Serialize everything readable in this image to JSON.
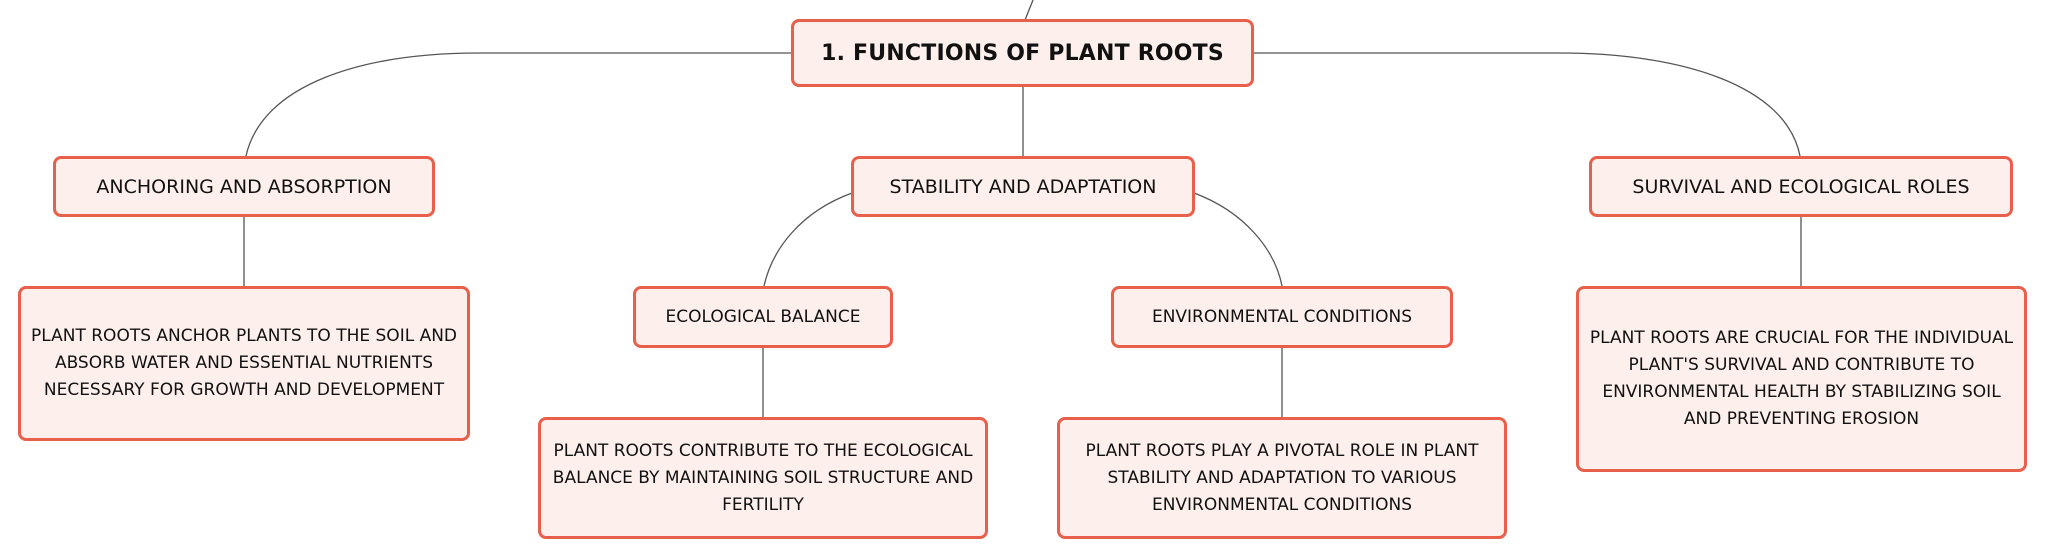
{
  "colors": {
    "node_fill": "#fdf0ec",
    "node_border": "#e8604c",
    "connector": "#555555",
    "text": "#111111"
  },
  "root": {
    "label": "1. FUNCTIONS OF PLANT ROOTS"
  },
  "branches": {
    "anchoring": {
      "label": "ANCHORING AND ABSORPTION",
      "detail": "PLANT ROOTS ANCHOR PLANTS TO THE SOIL AND ABSORB WATER AND ESSENTIAL NUTRIENTS NECESSARY FOR GROWTH AND DEVELOPMENT"
    },
    "stability": {
      "label": "STABILITY AND ADAPTATION",
      "children": {
        "ecological": {
          "label": "ECOLOGICAL BALANCE",
          "detail": "PLANT ROOTS CONTRIBUTE TO THE ECOLOGICAL BALANCE BY MAINTAINING SOIL STRUCTURE AND FERTILITY"
        },
        "environmental": {
          "label": "ENVIRONMENTAL CONDITIONS",
          "detail": "PLANT ROOTS PLAY A PIVOTAL ROLE IN PLANT STABILITY AND ADAPTATION TO VARIOUS ENVIRONMENTAL CONDITIONS"
        }
      }
    },
    "survival": {
      "label": "SURVIVAL AND ECOLOGICAL ROLES",
      "detail": "PLANT ROOTS ARE CRUCIAL FOR THE INDIVIDUAL PLANT'S SURVIVAL AND CONTRIBUTE TO ENVIRONMENTAL HEALTH BY STABILIZING SOIL AND PREVENTING EROSION"
    }
  }
}
